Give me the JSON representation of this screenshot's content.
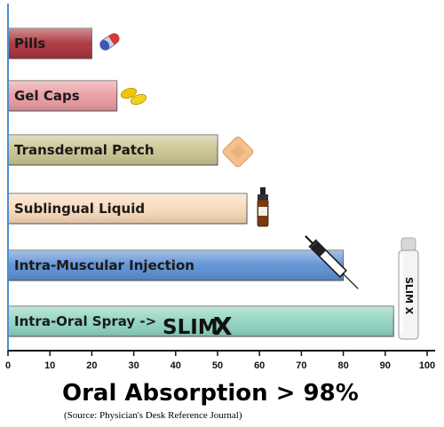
{
  "chart_data": {
    "type": "bar",
    "orientation": "horizontal",
    "categories": [
      "Pills",
      "Gel Caps",
      "Transdermal Patch",
      "Sublingual Liquid",
      "Intra-Muscular Injection",
      "Intra-Oral Spray ->"
    ],
    "values": [
      20,
      26,
      50,
      57,
      80,
      92
    ],
    "colors": [
      "#a8323a",
      "#e89aa0",
      "#c9c38f",
      "#f8d8b8",
      "#5b8fd3",
      "#8ed3c0"
    ],
    "xlim": [
      0,
      100
    ],
    "xticks": [
      0,
      10,
      20,
      30,
      40,
      50,
      60,
      70,
      80,
      90,
      100
    ],
    "grid": false,
    "icons": [
      "pill-capsule-icon",
      "gel-caps-icon",
      "patch-icon",
      "dropper-bottle-icon",
      "syringe-icon",
      "spray-bottle-icon"
    ]
  },
  "brand": {
    "logo_text": "SLIM",
    "logo_mark": "X",
    "bottle_label": "SLIM X"
  },
  "footer": {
    "headline": "Oral Absorption > 98%",
    "source": "(Source: Physician's Desk Reference Journal)"
  }
}
